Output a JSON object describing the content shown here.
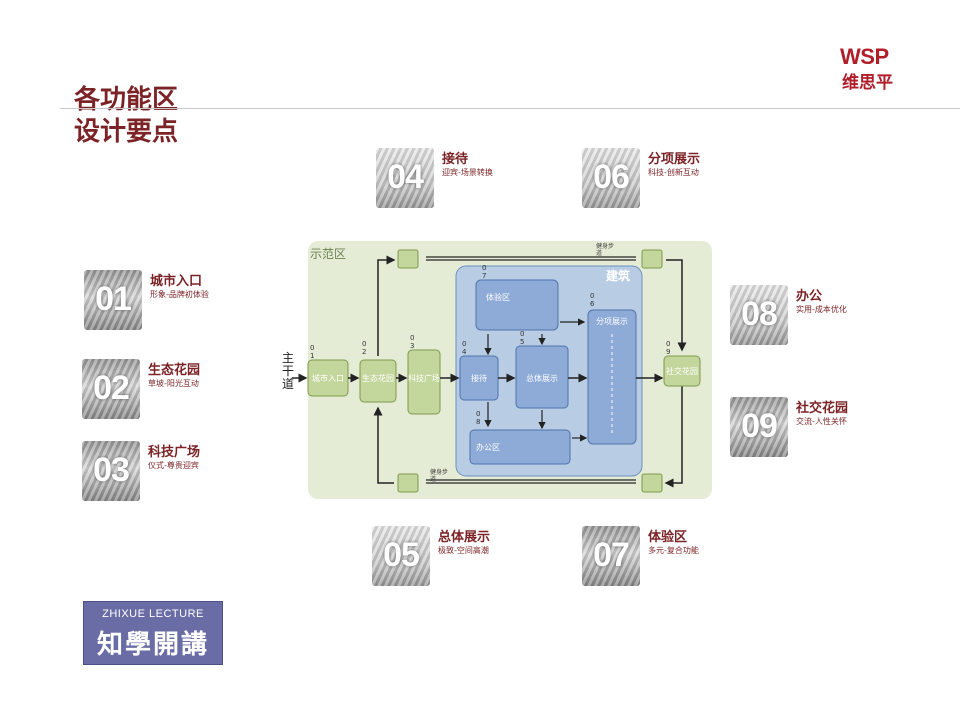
{
  "title_line1": "各功能区",
  "title_line2": "设计要点",
  "logo": {
    "line1": "WSP",
    "line2": "维思平"
  },
  "footer_logo": {
    "line1": "ZHIXUE LECTURE",
    "line2": "知學開講"
  },
  "cards": [
    {
      "num": "01",
      "title": "城市入口",
      "subtitle": "形象-品牌初体验"
    },
    {
      "num": "02",
      "title": "生态花园",
      "subtitle": "草坡-阳光互动"
    },
    {
      "num": "03",
      "title": "科技广场",
      "subtitle": "仪式-尊贵迎宾"
    },
    {
      "num": "04",
      "title": "接待",
      "subtitle": "迎宾-场景转换"
    },
    {
      "num": "05",
      "title": "总体展示",
      "subtitle": "极致-空间高潮"
    },
    {
      "num": "06",
      "title": "分项展示",
      "subtitle": "科技-创新互动"
    },
    {
      "num": "07",
      "title": "体验区",
      "subtitle": "多元-复合功能"
    },
    {
      "num": "08",
      "title": "办公",
      "subtitle": "实用-成本优化"
    },
    {
      "num": "09",
      "title": "社交花园",
      "subtitle": "交流-人性关怀"
    }
  ],
  "diagram": {
    "zone_label": "示范区",
    "building_label": "建筑",
    "main_road": "主\n干\n道",
    "path_top": "健身步\n道",
    "path_bottom": "健身步\n道",
    "nodes": {
      "n01": {
        "num": "0\n1",
        "label": "城市入口"
      },
      "n02": {
        "num": "0\n2",
        "label": "生态花园"
      },
      "n03": {
        "num": "0\n3",
        "label": "科技广场"
      },
      "n04": {
        "num": "0\n4",
        "label": "接待"
      },
      "n05": {
        "num": "0\n5",
        "label": "总体展示"
      },
      "n06": {
        "num": "0\n6",
        "label": "分项展示"
      },
      "n07": {
        "num": "0\n7",
        "label": "体验区"
      },
      "n08": {
        "num": "0\n8",
        "label": "办公区"
      },
      "n09": {
        "num": "0\n9",
        "label": "社交花园"
      }
    }
  },
  "colors": {
    "accent": "#7b2326",
    "green_zone": "#e5ecd6",
    "green_box": "#c3d69b",
    "blue_zone": "#b8cce4",
    "blue_box": "#8eaad6"
  }
}
